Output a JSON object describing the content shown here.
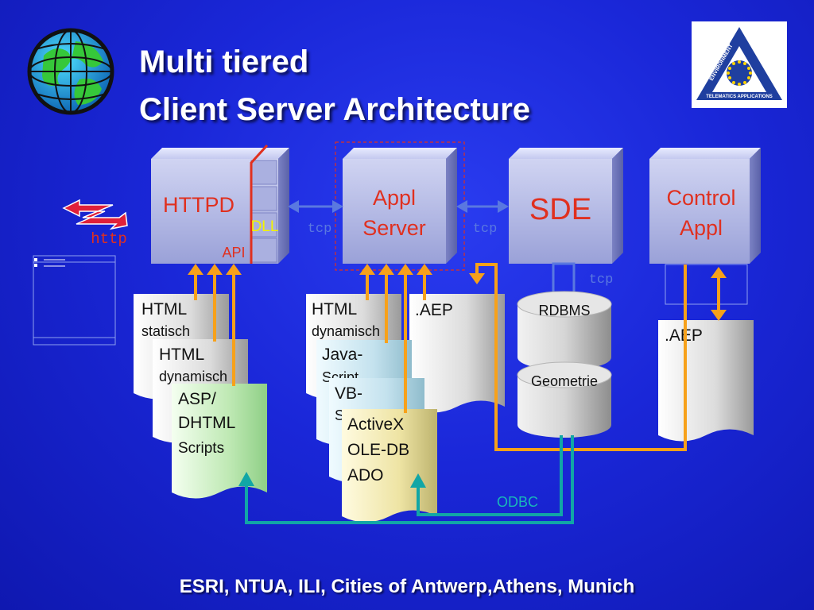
{
  "title": {
    "line1": "Multi tiered",
    "line2": "Client Server Architecture"
  },
  "footer": "ESRI, NTUA, ILI, Cities of Antwerp,Athens, Munich",
  "logo": {
    "top": "ENVIRONMENT",
    "left": "ENVIRONMENT",
    "bottom": "TELEMATICS APPLICATIONS"
  },
  "boxes": {
    "httpd": "HTTPD",
    "dll": "DLL",
    "api": "API",
    "appl_server": [
      "Appl",
      "Server"
    ],
    "sde": "SDE",
    "control_appl": [
      "Control",
      "Appl"
    ]
  },
  "connections": {
    "http": "http",
    "tcp": "tcp",
    "odbc": "ODBC"
  },
  "database": {
    "top": "RDBMS",
    "bottom": "Geometrie"
  },
  "documents": {
    "html_static": [
      "HTML",
      "statisch"
    ],
    "html_dynamic": [
      "HTML",
      "dynamisch"
    ],
    "asp": [
      "ASP/",
      "DHTML",
      "Scripts"
    ],
    "html_dynamic_2": [
      "HTML",
      "dynamisch"
    ],
    "aep": ".AEP",
    "java": [
      "Java-",
      "Script"
    ],
    "vb": [
      "VB-",
      "Script"
    ],
    "activex": [
      "ActiveX",
      "OLE-DB",
      "ADO"
    ],
    "control_aep": ".AEP"
  },
  "colors": {
    "background": "#1a27d8",
    "arrow_orange": "#f7a11a",
    "arrow_teal": "#11a6a6",
    "tcp_text": "#5a78e0",
    "red_accent": "#e0301f",
    "box_face": "#b9bfe8",
    "doc_green": "#c8f0c0",
    "doc_blue": "#cfe6f0",
    "doc_yellow": "#f3edb0"
  },
  "icons": [
    "globe-icon",
    "environment-logo",
    "lightning-icon"
  ]
}
